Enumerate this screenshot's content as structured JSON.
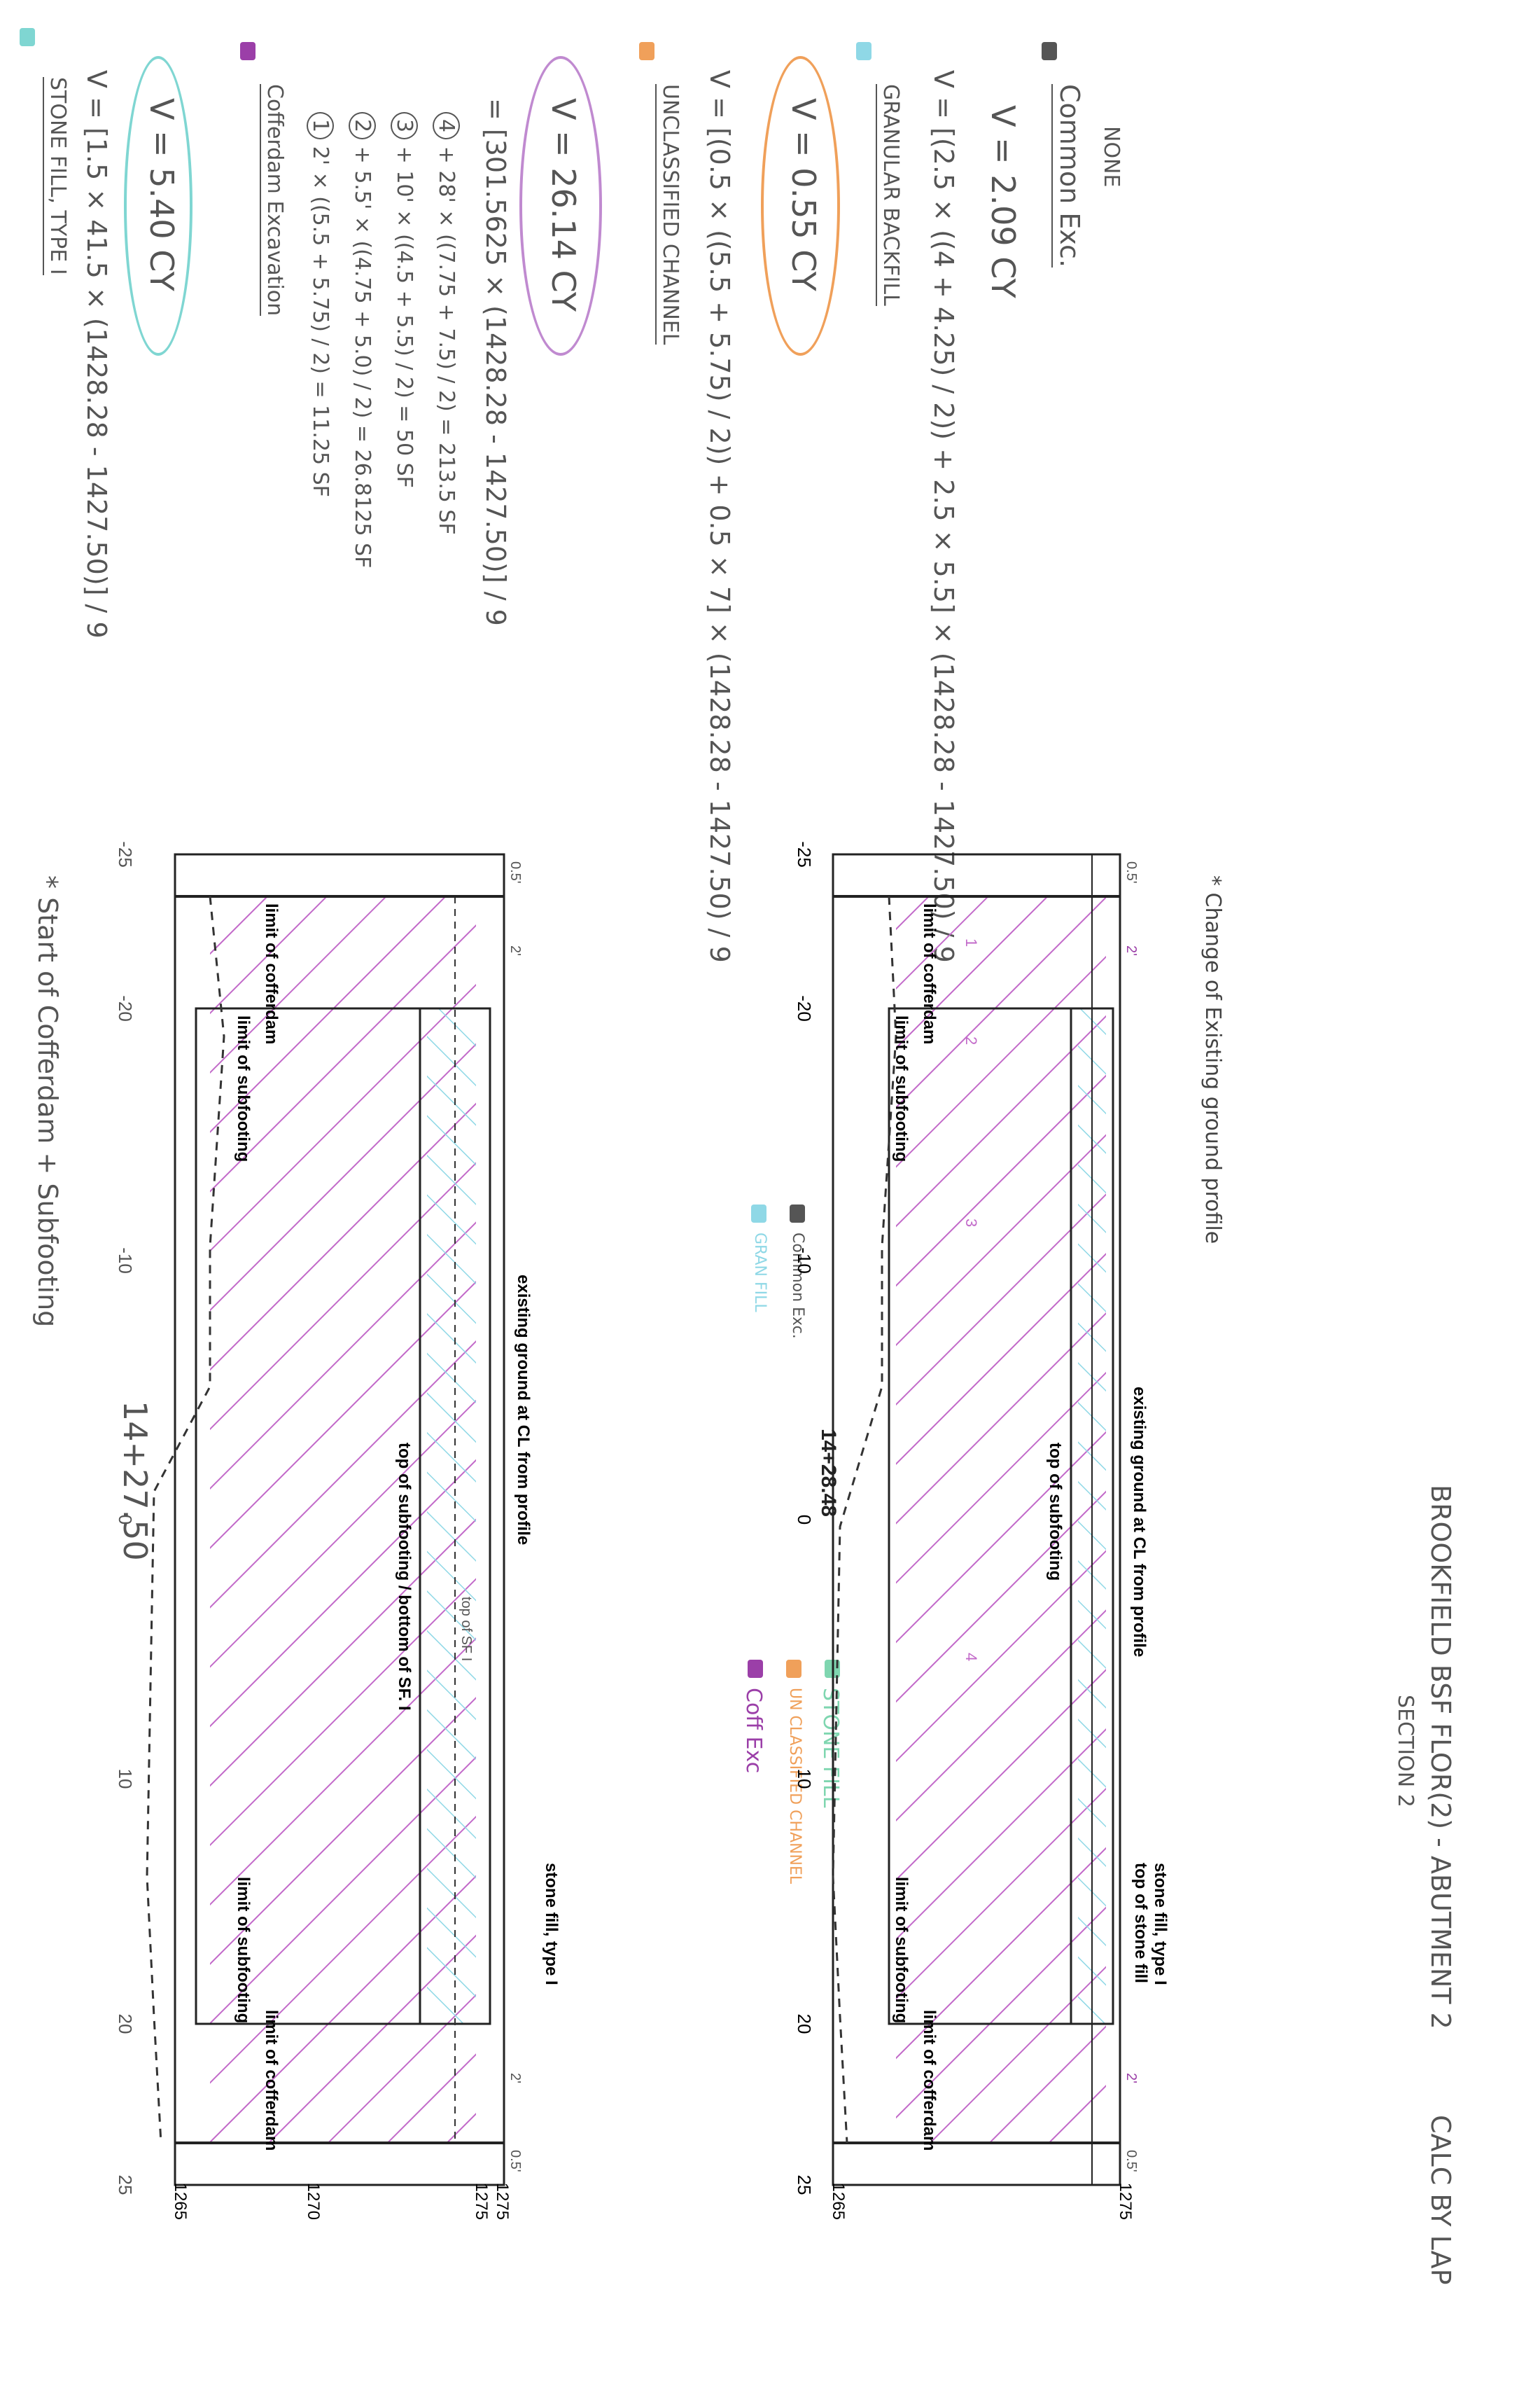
{
  "header": {
    "title_line1": "BROOKFIELD BSF FLOR(2) - ABUTMENT 2",
    "title_line2": "SECTION 2",
    "calc_by": "CALC BY LAP"
  },
  "calcs": {
    "stone_fill": {
      "heading": "STONE FILL, TYPE I",
      "formula": "V = [1.5 × 41.5 × (1428.28 - 1427.50)] / 9",
      "result": "V = 5.40 CY",
      "color": "#7fd6d2"
    },
    "cofferdam": {
      "heading": "Cofferdam Excavation",
      "rows": [
        {
          "num": "1",
          "expr": "2' × ((5.5 + 5.75) / 2)",
          "value": "= 11.25 SF"
        },
        {
          "num": "2",
          "expr": "+ 5.5' × ((4.75 + 5.0) / 2)",
          "value": "= 26.8125 SF"
        },
        {
          "num": "3",
          "expr": "+ 10' × ((4.5 + 5.5) / 2)",
          "value": "= 50 SF"
        },
        {
          "num": "4",
          "expr": "+ 28' × ((7.75 + 7.5) / 2)",
          "value": "= 213.5 SF"
        }
      ],
      "total": "= [301.5625 × (1428.28 - 1427.50)] / 9",
      "result": "V = 26.14 CY",
      "color": "#9b3fa8"
    },
    "unclassified": {
      "heading": "UNCLASSIFIED CHANNEL",
      "formula": "V = [(0.5 × ((5.5 + 5.75) / 2)) + 0.5 × 7] × (1428.28 - 1427.50) / 9",
      "result": "V = 0.55 CY",
      "color": "#f0a05a"
    },
    "granular": {
      "heading": "GRANULAR BACKFILL",
      "formula": "V = [(2.5 × ((4 + 4.25) / 2)) + 2.5 × 5.5] × (1428.28 - 1427.50) / 9",
      "result": "V = 2.09 CY",
      "color": "#8fd8e6"
    },
    "common": {
      "heading": "Common Exc.",
      "value": "NONE",
      "color": "#555555"
    }
  },
  "legend": {
    "items": [
      {
        "label": "Coff Exc",
        "color": "#9b3fa8"
      },
      {
        "label": "UN CLASSIFIED CHANNEL",
        "color": "#f0a05a"
      },
      {
        "label": "STONE FILL",
        "color": "#7fd6b0"
      },
      {
        "label": "GRAN FILL",
        "color": "#8fd8e6"
      },
      {
        "label": "Common Exc.",
        "color": "#555555"
      }
    ]
  },
  "section1": {
    "note": "* Change of Existing ground profile",
    "station": "14+28.48",
    "station_marker": "4",
    "x_ticks": [
      "-25",
      "-20",
      "-10",
      "0",
      "10",
      "20",
      "25"
    ],
    "y_ticks": [
      "1265",
      "1275"
    ],
    "labels": {
      "cofferdam_top": "limit of cofferdam",
      "cofferdam_bottom": "limit of cofferdam",
      "subfooting_top": "limit of subfooting",
      "subfooting_bottom": "limit of subfooting",
      "existing_ground": "existing ground at CL from profile",
      "top_subfooting": "top of subfooting",
      "stone_fill": "stone fill, type I",
      "top_stone_fill": "top of stone fill"
    },
    "dims": [
      "0.5'",
      "2'",
      "2'",
      "0.5'"
    ],
    "region_marks": [
      "1",
      "2",
      "3",
      "4"
    ]
  },
  "section2": {
    "note": "* Start of Cofferdam + Subfooting",
    "station": "14+27.50",
    "x_ticks": [
      "-25",
      "-20",
      "-10",
      "0",
      "10",
      "20",
      "25"
    ],
    "y_ticks": [
      "1265",
      "1270",
      "1275",
      "1275"
    ],
    "labels": {
      "cofferdam_top": "limit of cofferdam",
      "cofferdam_bottom": "limit of cofferdam",
      "subfooting_top": "limit of subfooting",
      "subfooting_bottom": "limit of subfooting",
      "existing_ground": "existing ground at CL from profile",
      "top_sf": "top of SF I",
      "top_subfooting": "top of subfooting / bottom of SF. I",
      "stone_fill": "stone fill, type I"
    },
    "dims": [
      "0.5'",
      "2'",
      "2'",
      "0.5'"
    ]
  }
}
